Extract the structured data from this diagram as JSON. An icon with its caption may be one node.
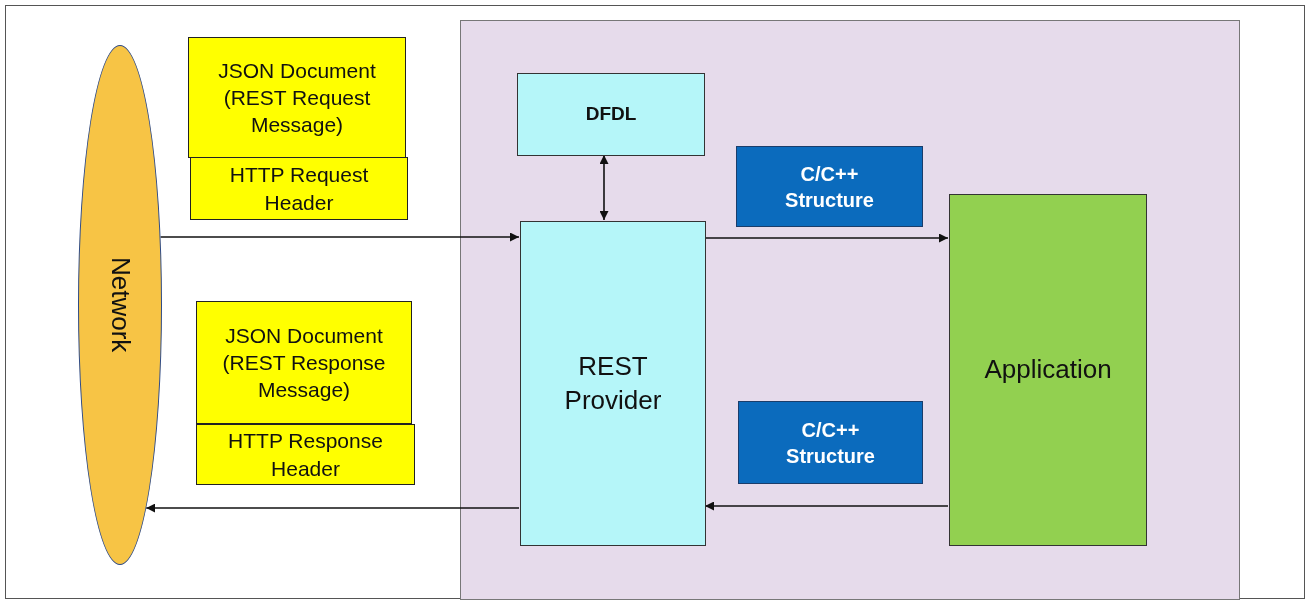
{
  "diagram": {
    "nodes": [
      {
        "text": [
          "Network"
        ]
      },
      {
        "text": [
          "JSON Document (REST Request Message)"
        ]
      },
      {
        "text": [
          "HTTP Request Header"
        ]
      },
      {
        "text": [
          "JSON Document (REST Response Message)"
        ]
      },
      {
        "text": [
          "HTTP Response Header"
        ]
      },
      {
        "text": [],
        "shape": "box"
      },
      {
        "text": [
          "DFDL"
        ],
        "in": 5
      },
      {
        "text": [
          "C/C++ Structure"
        ],
        "in": 5
      },
      {
        "text": [
          "REST Provider"
        ],
        "in": 5
      },
      {
        "text": [
          "Application"
        ],
        "in": 5
      },
      {
        "text": [
          "C/C++ Structure"
        ],
        "in": 5
      }
    ],
    "edges": [
      {
        "from": 0,
        "to": 8,
        "arrow": "to"
      },
      {
        "from": 6,
        "to": 8,
        "arrow": "both"
      },
      {
        "from": 8,
        "to": 9,
        "arrow": "to"
      },
      {
        "from": 9,
        "to": 8,
        "arrow": "to"
      },
      {
        "from": 8,
        "to": 0,
        "arrow": "to"
      }
    ]
  }
}
